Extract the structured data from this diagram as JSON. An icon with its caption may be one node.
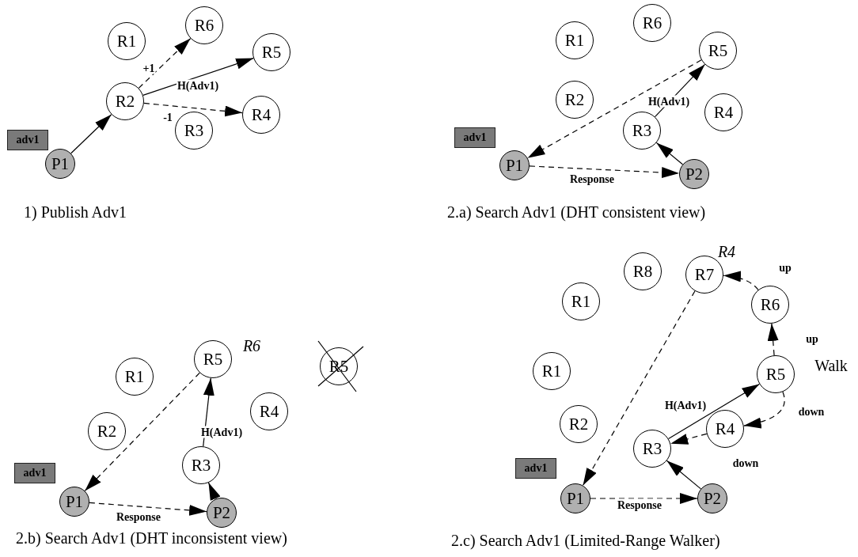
{
  "diagram": {
    "nodes": [
      {
        "text": [
          "R1"
        ]
      },
      {
        "text": [
          "R6"
        ]
      },
      {
        "text": [
          "R5"
        ]
      },
      {
        "text": [
          "R2"
        ]
      },
      {
        "text": [
          "R4"
        ]
      },
      {
        "text": [
          "R3"
        ]
      },
      {
        "text": [
          "adv1"
        ]
      },
      {
        "text": [
          "P1"
        ]
      },
      {
        "text": [
          "R6"
        ]
      },
      {
        "text": [
          "R1"
        ]
      },
      {
        "text": [
          "R5"
        ]
      },
      {
        "text": [
          "R2"
        ]
      },
      {
        "text": [
          "R4"
        ]
      },
      {
        "text": [
          "R3"
        ]
      },
      {
        "text": [
          "adv1"
        ]
      },
      {
        "text": [
          "P1"
        ]
      },
      {
        "text": [
          "P2"
        ]
      },
      {
        "text": [
          "R5"
        ],
        "beside": [
          "R6"
        ]
      },
      {
        "text": [
          "R1"
        ]
      },
      {
        "text": [
          "R5"
        ]
      },
      {
        "text": [
          "R4"
        ]
      },
      {
        "text": [
          "R2"
        ]
      },
      {
        "text": [
          "adv1"
        ]
      },
      {
        "text": [
          "R3"
        ]
      },
      {
        "text": [
          "P1"
        ]
      },
      {
        "text": [
          "P2"
        ]
      },
      {
        "text": [
          "R7"
        ],
        "beside": [
          "R4"
        ]
      },
      {
        "text": [
          "R8"
        ]
      },
      {
        "text": [
          "R1"
        ]
      },
      {
        "text": [
          "R6"
        ]
      },
      {
        "text": [
          "R1"
        ]
      },
      {
        "text": [
          "R5"
        ]
      },
      {
        "text": [
          "R2"
        ]
      },
      {
        "text": [
          "R4"
        ]
      },
      {
        "text": [
          "R3"
        ]
      },
      {
        "text": [
          "adv1"
        ]
      },
      {
        "text": [
          "P1"
        ]
      },
      {
        "text": [
          "P2"
        ]
      }
    ],
    "edges": [
      {
        "from": 7,
        "to": 3,
        "arrow": "to"
      },
      {
        "from": 3,
        "to": 1,
        "arrow": "to",
        "style": "dashed",
        "label": "+1"
      },
      {
        "from": 3,
        "to": 2,
        "arrow": "to",
        "label": "H(Adv1)"
      },
      {
        "from": 3,
        "to": 4,
        "arrow": "to",
        "style": "dashed",
        "label": "-1"
      },
      {
        "from": 13,
        "to": 10,
        "arrow": "to",
        "label": "H(Adv1)"
      },
      {
        "from": 10,
        "to": 15,
        "arrow": "to",
        "style": "dashed"
      },
      {
        "from": 15,
        "to": 16,
        "arrow": "to",
        "style": "dashed",
        "label": "Response"
      },
      {
        "from": 16,
        "to": 13,
        "arrow": "to"
      },
      {
        "from": 23,
        "to": 17,
        "arrow": "to",
        "label": "H(Adv1)"
      },
      {
        "from": 17,
        "to": 24,
        "arrow": "to",
        "style": "dashed"
      },
      {
        "from": 24,
        "to": 25,
        "arrow": "to",
        "style": "dashed",
        "label": "Response"
      },
      {
        "from": 25,
        "to": 23,
        "arrow": "to"
      },
      {
        "from": 26,
        "to": 36,
        "arrow": "to",
        "style": "dashed"
      },
      {
        "from": 29,
        "to": 26,
        "arrow": "to",
        "style": "dashed",
        "label": "up"
      },
      {
        "from": 31,
        "to": 29,
        "arrow": "to",
        "style": "dashed",
        "label": "up"
      },
      {
        "from": 31,
        "to": 33,
        "arrow": "to",
        "style": "dashed",
        "label": "down"
      },
      {
        "from": 33,
        "to": 34,
        "arrow": "to",
        "style": "dashed",
        "label": "down"
      },
      {
        "from": 34,
        "to": 31,
        "arrow": "to",
        "label": "H(Adv1)"
      },
      {
        "from": 36,
        "to": 37,
        "arrow": "to",
        "style": "dashed",
        "label": "Response"
      },
      {
        "from": 37,
        "to": 34,
        "arrow": "to"
      }
    ],
    "labels": [
      "1) Publish Adv1",
      "2.a) Search Adv1 (DHT consistent view)",
      "2.b) Search Adv1 (DHT inconsistent view)",
      "Walk",
      "2.c) Search Adv1 (Limited-Range Walker)"
    ]
  }
}
